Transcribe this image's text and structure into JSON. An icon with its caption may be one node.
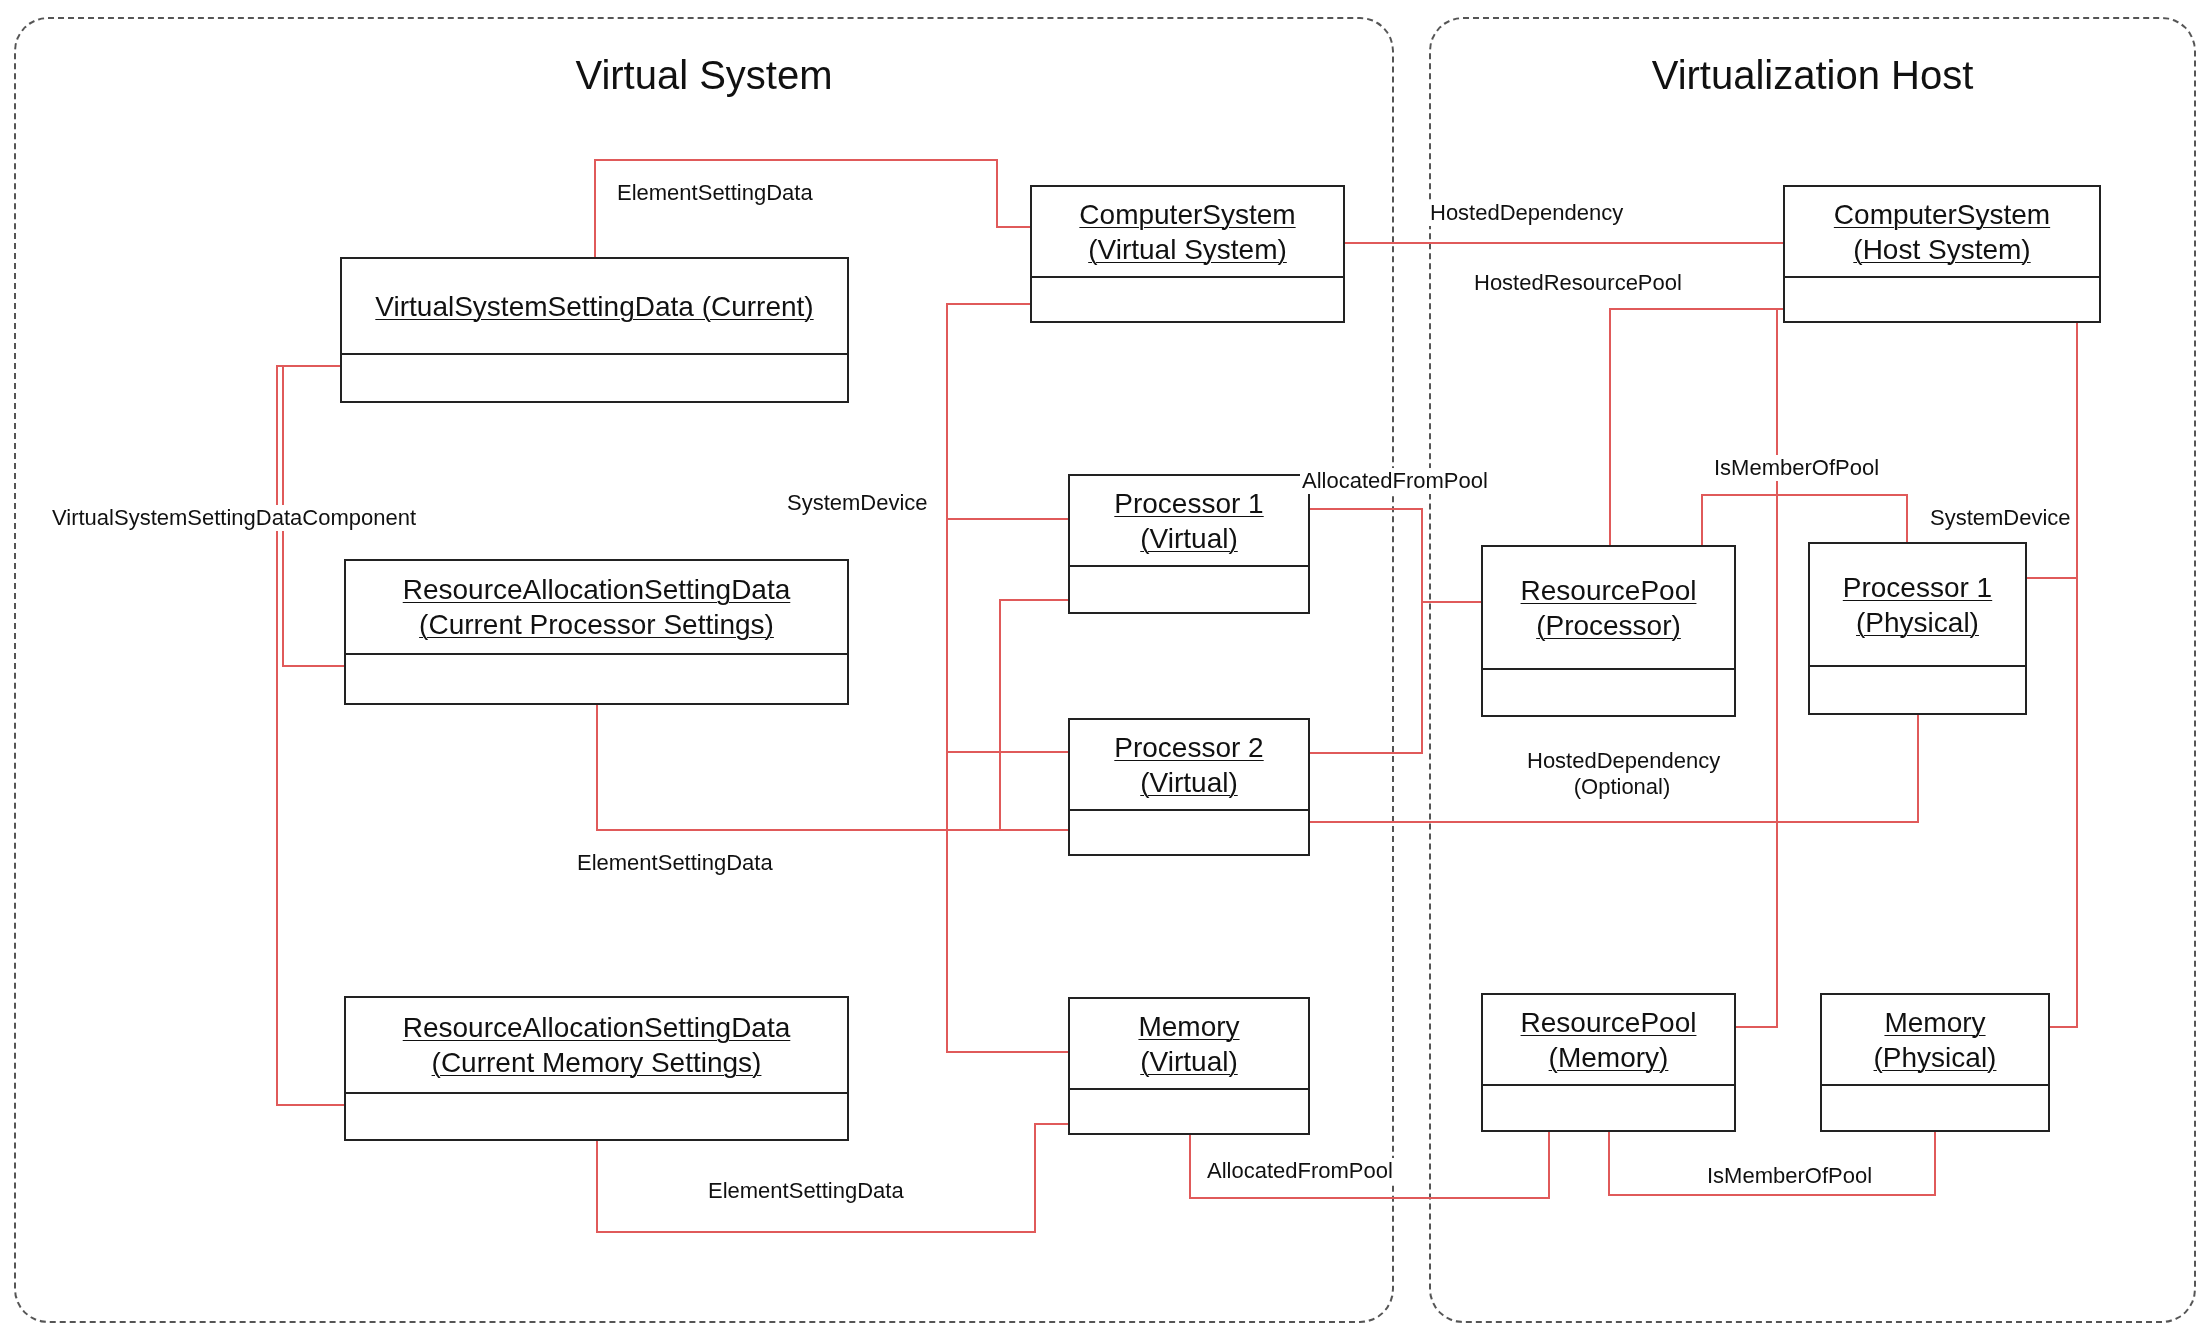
{
  "diagram": {
    "nodes": [
      {
        "text": [
          "Virtual System"
        ]
      },
      {
        "text": [
          "VirtualSystemSettingData (Current)"
        ],
        "in": 0
      },
      {
        "text": [
          "ComputerSystem (Virtual System)"
        ],
        "in": 0
      },
      {
        "text": [
          "Processor 1 (Virtual)"
        ],
        "in": 0
      },
      {
        "text": [
          "ResourceAllocationSettingData (Current Processor Settings)"
        ],
        "in": 0
      },
      {
        "text": [
          "Processor 2 (Virtual)"
        ],
        "in": 0
      },
      {
        "text": [
          "ResourceAllocationSettingData (Current Memory Settings)"
        ],
        "in": 0
      },
      {
        "text": [
          "Memory (Virtual)"
        ],
        "in": 0
      },
      {
        "text": [
          "Virtualization Host"
        ]
      },
      {
        "text": [
          "ComputerSystem (Host System)"
        ],
        "in": 8
      },
      {
        "text": [
          "ResourcePool (Processor)"
        ],
        "in": 8
      },
      {
        "text": [
          "Processor 1 (Physical)"
        ],
        "in": 8
      },
      {
        "text": [
          "ResourcePool (Memory)"
        ],
        "in": 8
      },
      {
        "text": [
          "Memory (Physical)"
        ],
        "in": 8
      }
    ],
    "edges": [
      {
        "from": 1,
        "to": 2,
        "arrow": "none",
        "label": "ElementSettingData"
      },
      {
        "from": 1,
        "to": 4,
        "arrow": "none",
        "label": "VirtualSystemSettingDataComponent"
      },
      {
        "from": 1,
        "to": 6,
        "arrow": "none"
      },
      {
        "from": 2,
        "to": 3,
        "arrow": "none",
        "label": "SystemDevice"
      },
      {
        "from": 2,
        "to": 5,
        "arrow": "none"
      },
      {
        "from": 2,
        "to": 7,
        "arrow": "none"
      },
      {
        "from": 4,
        "to": 3,
        "arrow": "none"
      },
      {
        "from": 4,
        "to": 5,
        "arrow": "none",
        "label": "ElementSettingData"
      },
      {
        "from": 6,
        "to": 7,
        "arrow": "none",
        "label": "ElementSettingData"
      },
      {
        "from": 2,
        "to": 9,
        "arrow": "none",
        "label": "HostedDependency"
      },
      {
        "from": 9,
        "to": 10,
        "arrow": "none",
        "label": "HostedResourcePool"
      },
      {
        "from": 9,
        "to": 12,
        "arrow": "none"
      },
      {
        "from": 3,
        "to": 10,
        "arrow": "none",
        "label": "AllocatedFromPool"
      },
      {
        "from": 5,
        "to": 10,
        "arrow": "none"
      },
      {
        "from": 11,
        "to": 10,
        "arrow": "none",
        "label": "IsMemberOfPool"
      },
      {
        "from": 9,
        "to": 11,
        "arrow": "none",
        "label": "SystemDevice"
      },
      {
        "from": 9,
        "to": 13,
        "arrow": "none"
      },
      {
        "from": 5,
        "to": 11,
        "arrow": "none",
        "label": "HostedDependency (Optional)"
      },
      {
        "from": 7,
        "to": 12,
        "arrow": "none",
        "label": "AllocatedFromPool"
      },
      {
        "from": 13,
        "to": 12,
        "arrow": "none",
        "label": "IsMemberOfPool"
      }
    ]
  }
}
